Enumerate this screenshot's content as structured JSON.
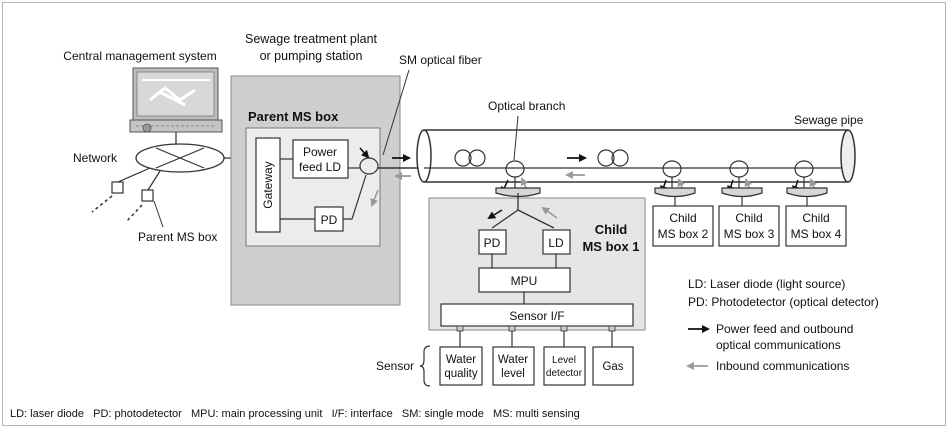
{
  "labels": {
    "central_management": "Central management system",
    "network": "Network",
    "parent_ms_box_small": "Parent MS box",
    "plant_line1": "Sewage treatment plant",
    "plant_line2": "or pumping station",
    "parent_ms_box": "Parent MS box",
    "gateway": "Gateway",
    "power_feed_line1": "Power",
    "power_feed_line2": "feed LD",
    "pd": "PD",
    "sm_fiber": "SM optical fiber",
    "optical_branch": "Optical branch",
    "sewage_pipe": "Sewage pipe",
    "child1_line1": "Child",
    "child1_line2": "MS box 1",
    "child_pd": "PD",
    "child_ld": "LD",
    "mpu": "MPU",
    "sensor_if": "Sensor I/F",
    "sensor": "Sensor",
    "water_quality_1": "Water",
    "water_quality_2": "quality",
    "water_level_1": "Water",
    "water_level_2": "level",
    "level_detector_1": "Level",
    "level_detector_2": "detector",
    "gas": "Gas",
    "child2_line1": "Child",
    "child2_line2": "MS box 2",
    "child3_line1": "Child",
    "child3_line2": "MS box 3",
    "child4_line1": "Child",
    "child4_line2": "MS box 4"
  },
  "legend": {
    "ld": "LD: Laser diode (light source)",
    "pd": "PD: Photodetector (optical detector)",
    "outbound_line1": "Power feed and outbound",
    "outbound_line2": "optical communications",
    "inbound": "Inbound communications"
  },
  "footer": "LD: laser diode   PD: photodetector   MPU: main processing unit   I/F: interface   SM: single mode   MS: multi sensing",
  "colors": {
    "outbound_arrow": "#111111",
    "inbound_arrow": "#9a9a9a",
    "plant_fill": "#cfcfcf",
    "box_fill": "#e6e6e6"
  }
}
